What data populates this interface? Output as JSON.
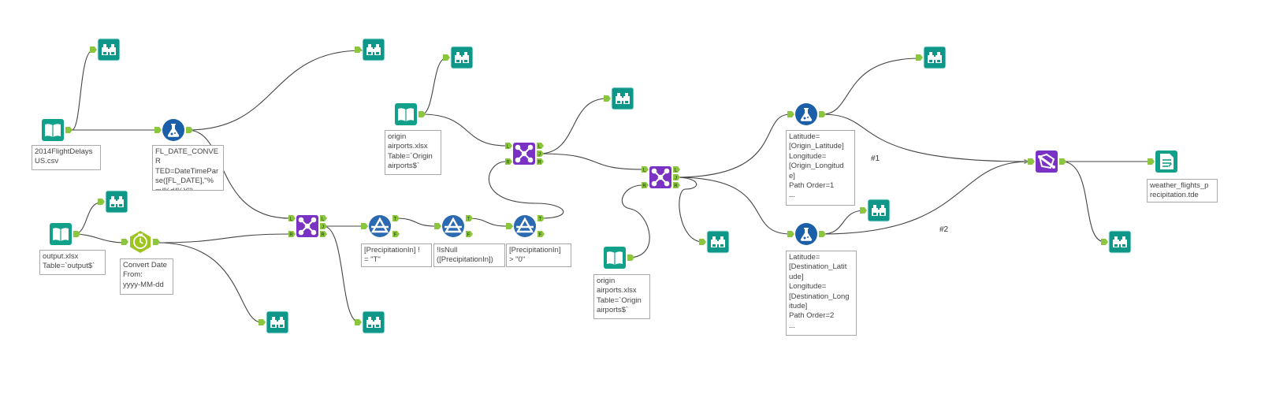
{
  "colors": {
    "browse": "#0e9689",
    "input": "#11a089",
    "formula": "#1b5fa8",
    "join": "#7a32c4",
    "filter": "#2b69b0",
    "datetime": "#9ec420",
    "spatial": "#7a32c4",
    "output": "#11a089",
    "connector": "#444444",
    "anchor": "#8cc63f"
  },
  "tools": [
    {
      "id": "browse-1",
      "type": "browse",
      "icon": "binoculars-icon"
    },
    {
      "id": "browse-2",
      "type": "browse",
      "icon": "binoculars-icon"
    },
    {
      "id": "browse-3",
      "type": "browse",
      "icon": "binoculars-icon"
    },
    {
      "id": "browse-4",
      "type": "browse",
      "icon": "binoculars-icon"
    },
    {
      "id": "browse-5",
      "type": "browse",
      "icon": "binoculars-icon"
    },
    {
      "id": "browse-6",
      "type": "browse",
      "icon": "binoculars-icon"
    },
    {
      "id": "browse-7",
      "type": "browse",
      "icon": "binoculars-icon"
    },
    {
      "id": "browse-8",
      "type": "browse",
      "icon": "binoculars-icon"
    },
    {
      "id": "browse-9",
      "type": "browse",
      "icon": "binoculars-icon"
    },
    {
      "id": "browse-10",
      "type": "browse",
      "icon": "binoculars-icon"
    },
    {
      "id": "browse-11",
      "type": "browse",
      "icon": "binoculars-icon"
    },
    {
      "id": "input-flights",
      "type": "input",
      "icon": "open-book-icon"
    },
    {
      "id": "input-output",
      "type": "input",
      "icon": "open-book-icon"
    },
    {
      "id": "input-origin-1",
      "type": "input",
      "icon": "open-book-icon"
    },
    {
      "id": "input-origin-2",
      "type": "input",
      "icon": "open-book-icon"
    },
    {
      "id": "formula-1",
      "type": "formula",
      "icon": "flask-icon"
    },
    {
      "id": "formula-2",
      "type": "formula",
      "icon": "flask-icon"
    },
    {
      "id": "formula-3",
      "type": "formula",
      "icon": "flask-icon"
    },
    {
      "id": "datetime-1",
      "type": "datetime",
      "icon": "clock-icon"
    },
    {
      "id": "join-1",
      "type": "join",
      "icon": "join-icon"
    },
    {
      "id": "join-2",
      "type": "join",
      "icon": "join-icon"
    },
    {
      "id": "join-3",
      "type": "join",
      "icon": "join-icon"
    },
    {
      "id": "filter-1",
      "type": "filter",
      "icon": "filter-triangle-icon"
    },
    {
      "id": "filter-2",
      "type": "filter",
      "icon": "filter-triangle-icon"
    },
    {
      "id": "filter-3",
      "type": "filter",
      "icon": "filter-triangle-icon"
    },
    {
      "id": "poly-build",
      "type": "spatial",
      "icon": "poly-build-icon"
    },
    {
      "id": "output-tde",
      "type": "output",
      "icon": "output-file-icon"
    }
  ],
  "annotations": [
    {
      "id": "anno-flights",
      "text": "2014FlightDelays\nUS.csv"
    },
    {
      "id": "anno-output",
      "text": "output.xlsx\nTable=`output$`"
    },
    {
      "id": "anno-datetime",
      "text": "Convert Date\nFrom:\nyyyy-MM-dd"
    },
    {
      "id": "anno-formula-1",
      "text": "FL_DATE_CONVER\nTED=DateTimePar\nse([FL_DATE],\"%\nm/%d/%Y\")"
    },
    {
      "id": "anno-origin-1",
      "text": "origin\nairports.xlsx\nTable=`Origin\nairports$`"
    },
    {
      "id": "anno-filter-1",
      "text": "[PrecipitationIn] !\n= \"T\""
    },
    {
      "id": "anno-filter-2",
      "text": "!IsNull\n([PrecipitationIn])"
    },
    {
      "id": "anno-filter-3",
      "text": "[PrecipitationIn]\n> \"0\""
    },
    {
      "id": "anno-origin-2",
      "text": "origin\nairports.xlsx\nTable=`Origin\nairports$`"
    },
    {
      "id": "anno-formula-2",
      "text": "Latitude=\n[Origin_Latitude]\nLongitude=\n[Origin_Longitud\ne]\nPath Order=1\n..."
    },
    {
      "id": "anno-formula-3",
      "text": "Latitude=\n[Destination_Latit\nude]\nLongitude=\n[Destination_Long\nitude]\nPath Order=2\n..."
    },
    {
      "id": "anno-output-tde",
      "text": "weather_flights_p\nrecipitation.tde"
    }
  ],
  "connection_labels": [
    {
      "id": "conn-label-1",
      "text": "#1"
    },
    {
      "id": "conn-label-2",
      "text": "#2"
    }
  ],
  "anchor_letters": {
    "left": "L",
    "join": "J",
    "right": "R",
    "true": "T",
    "false": "F"
  }
}
